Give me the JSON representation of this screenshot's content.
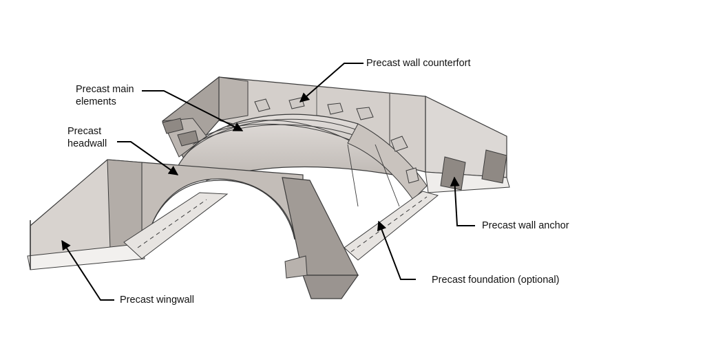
{
  "labels": {
    "counterfort": "Precast wall counterfort",
    "main_elements_line1": "Precast main",
    "main_elements_line2": "elements",
    "headwall_line1": "Precast",
    "headwall_line2": "headwall",
    "wall_anchor": "Precast wall anchor",
    "foundation": "Precast foundation (optional)",
    "wingwall": "Precast wingwall"
  },
  "colors": {
    "background": "#ffffff",
    "outline": "#3a3a3a",
    "panel_light": "#d9d5d2",
    "panel_mid": "#c4bfbb",
    "panel_dark": "#9e9893",
    "foundation_top": "#f2f0ee",
    "arrow": "#000000"
  }
}
